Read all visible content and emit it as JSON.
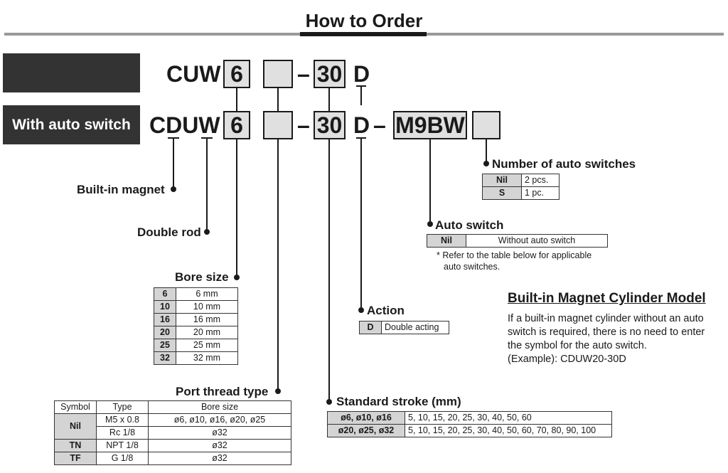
{
  "title": "How to Order",
  "tags": {
    "row2": "With auto switch"
  },
  "row1": {
    "prefix": "CUW",
    "bore": "6",
    "port": "",
    "dash": "–",
    "stroke": "30",
    "action": "D"
  },
  "row2": {
    "prefix": "CDUW",
    "bore": "6",
    "port": "",
    "dash": "–",
    "stroke": "30",
    "action": "D",
    "dash2": "–",
    "switch": "M9BW",
    "count": ""
  },
  "labels": {
    "number_of_switches": "Number of auto switches",
    "built_in_magnet": "Built-in magnet",
    "double_rod": "Double rod",
    "auto_switch": "Auto switch",
    "bore_size": "Bore size",
    "action": "Action",
    "port_thread_type": "Port thread type",
    "standard_stroke": "Standard stroke (mm)"
  },
  "num_switches_table": [
    {
      "key": "Nil",
      "value": "2 pcs."
    },
    {
      "key": "S",
      "value": "1 pc."
    }
  ],
  "auto_switch_table": [
    {
      "key": "Nil",
      "value": "Without auto switch"
    }
  ],
  "auto_switch_note": {
    "line1": "* Refer to the table below for applicable",
    "line2": "auto switches."
  },
  "bore_table": [
    {
      "key": "6",
      "value": "6 mm"
    },
    {
      "key": "10",
      "value": "10 mm"
    },
    {
      "key": "16",
      "value": "16 mm"
    },
    {
      "key": "20",
      "value": "20 mm"
    },
    {
      "key": "25",
      "value": "25 mm"
    },
    {
      "key": "32",
      "value": "32 mm"
    }
  ],
  "action_table": [
    {
      "key": "D",
      "value": "Double acting"
    }
  ],
  "model": {
    "title": "Built-in Magnet Cylinder Model",
    "lines": [
      "If a built-in magnet cylinder without an auto",
      "switch is required, there is no need to enter",
      "the symbol for the auto switch.",
      "(Example): CDUW20-30D"
    ]
  },
  "port_table": {
    "headers": [
      "Symbol",
      "Type",
      "Bore size"
    ],
    "rows": [
      {
        "symbol": "Nil",
        "type": "M5 x 0.8",
        "bore": "ø6, ø10, ø16, ø20, ø25"
      },
      {
        "symbol": "",
        "type": "Rc 1/8",
        "bore": "ø32"
      },
      {
        "symbol": "TN",
        "type": "NPT 1/8",
        "bore": "ø32"
      },
      {
        "symbol": "TF",
        "type": "G 1/8",
        "bore": "ø32"
      }
    ]
  },
  "stroke_table": [
    {
      "key": "ø6, ø10, ø16",
      "value": "5, 10, 15, 20, 25, 30, 40, 50, 60"
    },
    {
      "key": "ø20, ø25, ø32",
      "value": "5, 10, 15, 20, 25, 30, 40, 50, 60, 70, 80, 90, 100"
    }
  ]
}
